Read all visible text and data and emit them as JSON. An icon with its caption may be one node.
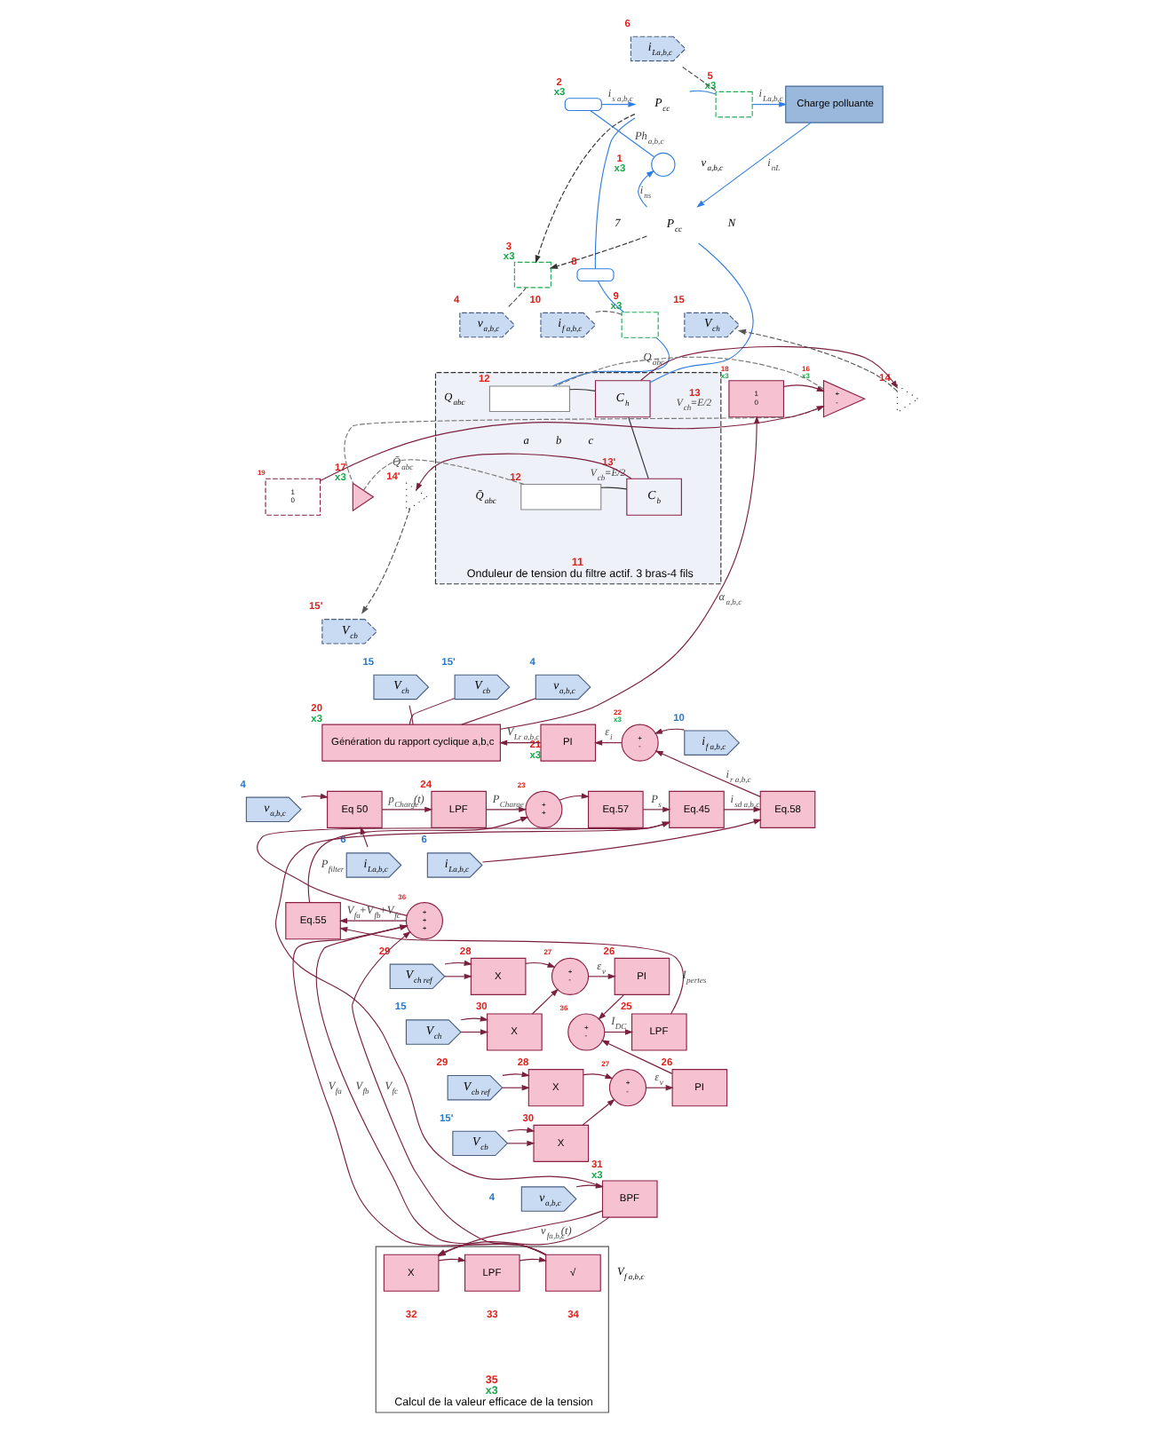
{
  "diagram": {
    "nodes": [
      {
        "text": [],
        "shape": "circle",
        "beside": [
          "1",
          "x3"
        ]
      },
      {
        "text": [],
        "shape": "coil",
        "beside": [
          "2",
          "x3"
        ]
      },
      {
        "text": [
          "P$_{cc}$"
        ]
      },
      {
        "text": [],
        "shape": "box",
        "beside": [
          "5",
          "x3"
        ]
      },
      {
        "text": [
          "i$_{La,b,c}$"
        ],
        "beside": [
          "6"
        ]
      },
      {
        "text": [
          "Charge polluante"
        ]
      },
      {
        "text": [
          "P$_{cc}$"
        ]
      },
      {
        "text": [],
        "shape": "box",
        "beside": [
          "3",
          "x3"
        ]
      },
      {
        "text": [
          "v$_{a,b,c}$"
        ],
        "beside": [
          "4"
        ]
      },
      {
        "text": [],
        "shape": "coil",
        "beside": [
          "8"
        ]
      },
      {
        "text": [],
        "shape": "box",
        "beside": [
          "9",
          "x3"
        ]
      },
      {
        "text": [
          "i$_{f a,b,c}$"
        ],
        "beside": [
          "10"
        ]
      },
      {
        "text": [
          "Onduleur de tension du filtre actif. 3 bras-4 fils"
        ],
        "beside": [
          "11"
        ]
      },
      {
        "text": [],
        "shape": "box",
        "in": 12,
        "beside": [
          "12"
        ]
      },
      {
        "text": [],
        "shape": "box",
        "in": 12,
        "beside": [
          "12"
        ]
      },
      {
        "text": [
          "C$_{h}$"
        ],
        "in": 12,
        "beside": [
          "13",
          "V$_{ch}$=E/2"
        ]
      },
      {
        "text": [
          "C$_{b}$"
        ],
        "in": 12,
        "beside": [
          "13'",
          "V$_{cb}$=E/2"
        ]
      },
      {
        "text": [],
        "shape": "triangle",
        "beside": [
          "14"
        ]
      },
      {
        "text": [],
        "shape": "triangle",
        "beside": [
          "14'"
        ]
      },
      {
        "text": [
          "V$_{ch}$"
        ],
        "beside": [
          "15"
        ]
      },
      {
        "text": [
          "V$_{cb}$"
        ],
        "beside": [
          "15'"
        ]
      },
      {
        "text": [
          "1",
          "0"
        ],
        "beside": [
          "18",
          "x3"
        ]
      },
      {
        "text": [
          "+",
          "-"
        ],
        "beside": [
          "16",
          "x3"
        ]
      },
      {
        "text": [
          "1",
          "0"
        ],
        "beside": [
          "19"
        ]
      },
      {
        "text": [],
        "shape": "triangle",
        "beside": [
          "17",
          "x3"
        ]
      },
      {
        "text": [
          "V$_{ch}$"
        ],
        "beside": [
          "15"
        ]
      },
      {
        "text": [
          "V$_{cb}$"
        ],
        "beside": [
          "15'"
        ]
      },
      {
        "text": [
          "v$_{a,b,c}$"
        ],
        "beside": [
          "4"
        ]
      },
      {
        "text": [
          "Génération du rapport cyclique a,b,c"
        ],
        "beside": [
          "20",
          "x3"
        ]
      },
      {
        "text": [
          "PI"
        ],
        "beside": [
          "21",
          "x3"
        ]
      },
      {
        "text": [
          "+",
          "-"
        ],
        "beside": [
          "22",
          "x3"
        ]
      },
      {
        "text": [
          "i$_{f a,b,c}$"
        ],
        "beside": [
          "10"
        ]
      },
      {
        "text": [
          "v$_{a,b,c}$"
        ],
        "beside": [
          "4"
        ]
      },
      {
        "text": [
          "i$_{La,b,c}$"
        ],
        "beside": [
          "6"
        ]
      },
      {
        "text": [
          "Eq 50"
        ]
      },
      {
        "text": [
          "LPF"
        ],
        "beside": [
          "24"
        ]
      },
      {
        "text": [
          "+",
          "+"
        ],
        "beside": [
          "23"
        ]
      },
      {
        "text": [
          "Eq.57"
        ]
      },
      {
        "text": [
          "Eq.45"
        ]
      },
      {
        "text": [
          "Eq.58"
        ]
      },
      {
        "text": [
          "i$_{La,b,c}$"
        ],
        "beside": [
          "6"
        ]
      },
      {
        "text": [
          "Eq.55"
        ]
      },
      {
        "text": [
          "+",
          "+",
          "+"
        ],
        "beside": [
          "36"
        ]
      },
      {
        "text": [
          "LPF"
        ],
        "beside": [
          "25"
        ]
      },
      {
        "text": [
          "+",
          "-"
        ],
        "beside": [
          "36"
        ]
      },
      {
        "text": [
          "V$_{ch ref}$"
        ],
        "beside": [
          "29"
        ]
      },
      {
        "text": [
          "X"
        ],
        "beside": [
          "28"
        ]
      },
      {
        "text": [
          "+",
          "-"
        ],
        "beside": [
          "27"
        ]
      },
      {
        "text": [
          "PI"
        ],
        "beside": [
          "26"
        ]
      },
      {
        "text": [
          "V$_{ch}$"
        ],
        "beside": [
          "15"
        ]
      },
      {
        "text": [
          "X"
        ],
        "beside": [
          "30"
        ]
      },
      {
        "text": [
          "V$_{cb ref}$"
        ],
        "beside": [
          "29"
        ]
      },
      {
        "text": [
          "X"
        ],
        "beside": [
          "28"
        ]
      },
      {
        "text": [
          "+",
          "-"
        ],
        "beside": [
          "27"
        ]
      },
      {
        "text": [
          "PI"
        ],
        "beside": [
          "26"
        ]
      },
      {
        "text": [
          "V$_{cb}$"
        ],
        "beside": [
          "15'"
        ]
      },
      {
        "text": [
          "X"
        ],
        "beside": [
          "30"
        ]
      },
      {
        "text": [
          "v$_{a,b,c}$"
        ],
        "beside": [
          "4"
        ]
      },
      {
        "text": [
          "BPF"
        ],
        "beside": [
          "31",
          "x3"
        ]
      },
      {
        "text": [
          "Calcul de la valeur efficace de la tension"
        ],
        "beside": [
          "35",
          "x3"
        ]
      },
      {
        "text": [
          "X"
        ],
        "in": 59,
        "beside": [
          "32"
        ]
      },
      {
        "text": [
          "LPF"
        ],
        "in": 59,
        "beside": [
          "33"
        ]
      },
      {
        "text": [
          "√"
        ],
        "in": 59,
        "beside": [
          "34"
        ]
      }
    ],
    "labels": [
      "v$_{a,b,c}$",
      "7",
      "N",
      "Q$_{abc}$",
      "a",
      "b",
      "c",
      "Q̄$_{abc}$",
      "V$_{f a,b,c}$"
    ],
    "edges": [
      {
        "from": 0,
        "to": 1,
        "arrow": "none",
        "label": "Ph$_{a,b,c}$",
        "color": "#2f7de1"
      },
      {
        "from": 1,
        "to": 2,
        "arrow": "to",
        "label": "i$_{s a,b,c}$",
        "color": "#2f7de1"
      },
      {
        "from": 2,
        "to": 3,
        "arrow": "none",
        "color": "#2f7de1"
      },
      {
        "from": 3,
        "to": 5,
        "arrow": "to",
        "label": "i$_{La,b,c}$",
        "color": "#2f7de1"
      },
      {
        "from": 5,
        "to": 6,
        "arrow": "to",
        "label": "i$_{nL}$",
        "color": "#2f7de1"
      },
      {
        "from": 6,
        "to": 0,
        "arrow": "to",
        "label": "i$_{ns}$",
        "color": "#2f7de1"
      },
      {
        "from": 4,
        "to": 3,
        "arrow": "none",
        "style": "dashed",
        "color": "#555555"
      },
      {
        "from": 2,
        "to": 7,
        "arrow": "to",
        "style": "dashed",
        "color": "#333333"
      },
      {
        "from": 6,
        "to": 7,
        "arrow": "to",
        "style": "dashed",
        "color": "#333333"
      },
      {
        "from": 8,
        "to": 7,
        "arrow": "none",
        "style": "dashed",
        "color": "#555555"
      },
      {
        "from": 2,
        "to": 9,
        "arrow": "none",
        "color": "#2f7de1"
      },
      {
        "from": 9,
        "to": 10,
        "arrow": "none",
        "color": "#2f7de1"
      },
      {
        "from": 11,
        "to": 10,
        "arrow": "none",
        "style": "dashed",
        "color": "#555555"
      },
      {
        "from": 10,
        "to": 13,
        "arrow": "none",
        "color": "#2f7de1"
      },
      {
        "from": 6,
        "to": 15,
        "arrow": "none",
        "color": "#2f7de1"
      },
      {
        "from": 13,
        "to": 15,
        "arrow": "none",
        "color": "#333333"
      },
      {
        "from": 14,
        "to": 16,
        "arrow": "none",
        "color": "#333333"
      },
      {
        "from": 15,
        "to": 16,
        "arrow": "none",
        "color": "#333333"
      },
      {
        "from": 15,
        "to": 17,
        "arrow": "to"
      },
      {
        "from": 16,
        "to": 18,
        "arrow": "to"
      },
      {
        "from": 17,
        "to": 19,
        "arrow": "to",
        "style": "dashed",
        "color": "#555555"
      },
      {
        "from": 18,
        "to": 20,
        "arrow": "to",
        "style": "dashed",
        "color": "#555555"
      },
      {
        "from": 21,
        "to": 22,
        "arrow": "to"
      },
      {
        "from": 23,
        "to": 22,
        "arrow": "to"
      },
      {
        "from": 22,
        "to": 13,
        "arrow": "none",
        "label": "Q$_{abc}$",
        "style": "dashed",
        "color": "#777777"
      },
      {
        "from": 22,
        "to": 24,
        "arrow": "none",
        "style": "dashed",
        "color": "#777777"
      },
      {
        "from": 24,
        "to": 14,
        "arrow": "none",
        "label": "Q̄$_{abc}$",
        "style": "dashed",
        "color": "#777777"
      },
      {
        "from": 28,
        "to": 21,
        "arrow": "to",
        "label": "α$_{a,b,c}$"
      },
      {
        "from": 25,
        "to": 28,
        "arrow": "none"
      },
      {
        "from": 26,
        "to": 28,
        "arrow": "none"
      },
      {
        "from": 27,
        "to": 28,
        "arrow": "none"
      },
      {
        "from": 29,
        "to": 28,
        "arrow": "to",
        "label": "V$_{Lr a,b,c}$"
      },
      {
        "from": 30,
        "to": 29,
        "arrow": "to",
        "label": "ε$_{i}$"
      },
      {
        "from": 31,
        "to": 30,
        "arrow": "to"
      },
      {
        "from": 39,
        "to": 30,
        "arrow": "to",
        "label": "i$_{r a,b,c}$"
      },
      {
        "from": 32,
        "to": 34,
        "arrow": "to"
      },
      {
        "from": 33,
        "to": 34,
        "arrow": "to"
      },
      {
        "from": 34,
        "to": 35,
        "arrow": "to",
        "label": "p$_{Charge}$(t)"
      },
      {
        "from": 35,
        "to": 36,
        "arrow": "to",
        "label": "P$_{Charge}$"
      },
      {
        "from": 36,
        "to": 37,
        "arrow": "to"
      },
      {
        "from": 37,
        "to": 38,
        "arrow": "to",
        "label": "P$_{s}$"
      },
      {
        "from": 38,
        "to": 39,
        "arrow": "to",
        "label": "i$_{sd a,b,c}$"
      },
      {
        "from": 40,
        "to": 39,
        "arrow": "to"
      },
      {
        "from": 41,
        "to": 36,
        "arrow": "to",
        "label": "P$_{filter}$"
      },
      {
        "from": 42,
        "to": 41,
        "arrow": "to",
        "label": "V$_{fa}$+V$_{fb}$+V$_{fc}$"
      },
      {
        "from": 42,
        "to": 38,
        "arrow": "to"
      },
      {
        "from": 43,
        "to": 41,
        "arrow": "to",
        "label": "I$_{pertes}$"
      },
      {
        "from": 44,
        "to": 43,
        "arrow": "to",
        "label": "I$_{DC}$"
      },
      {
        "from": 45,
        "to": 46,
        "arrow": "to"
      },
      {
        "from": 45,
        "to": 46,
        "arrow": "to"
      },
      {
        "from": 46,
        "to": 47,
        "arrow": "to"
      },
      {
        "from": 49,
        "to": 50,
        "arrow": "to"
      },
      {
        "from": 49,
        "to": 50,
        "arrow": "to"
      },
      {
        "from": 50,
        "to": 47,
        "arrow": "to"
      },
      {
        "from": 47,
        "to": 48,
        "arrow": "to",
        "label": "ε$_{v}$"
      },
      {
        "from": 48,
        "to": 44,
        "arrow": "to"
      },
      {
        "from": 51,
        "to": 52,
        "arrow": "to"
      },
      {
        "from": 51,
        "to": 52,
        "arrow": "to"
      },
      {
        "from": 52,
        "to": 53,
        "arrow": "to"
      },
      {
        "from": 55,
        "to": 56,
        "arrow": "to"
      },
      {
        "from": 55,
        "to": 56,
        "arrow": "to"
      },
      {
        "from": 56,
        "to": 53,
        "arrow": "to"
      },
      {
        "from": 53,
        "to": 54,
        "arrow": "to",
        "label": "ε$_{v}$"
      },
      {
        "from": 54,
        "to": 44,
        "arrow": "to"
      },
      {
        "from": 57,
        "to": 58,
        "arrow": "to"
      },
      {
        "from": 58,
        "to": 60,
        "arrow": "to",
        "label": "v$_{fa,b,c}$(t)"
      },
      {
        "from": 58,
        "to": 60,
        "arrow": "to"
      },
      {
        "from": 60,
        "to": 61,
        "arrow": "to"
      },
      {
        "from": 61,
        "to": 62,
        "arrow": "to"
      },
      {
        "from": 62,
        "to": 42,
        "arrow": "to",
        "label": "V$_{fa}$"
      },
      {
        "from": 62,
        "to": 42,
        "arrow": "to",
        "label": "V$_{fb}$"
      },
      {
        "from": 62,
        "to": 42,
        "arrow": "to",
        "label": "V$_{fc}$"
      },
      {
        "from": 58,
        "to": 38,
        "arrow": "to"
      }
    ]
  }
}
